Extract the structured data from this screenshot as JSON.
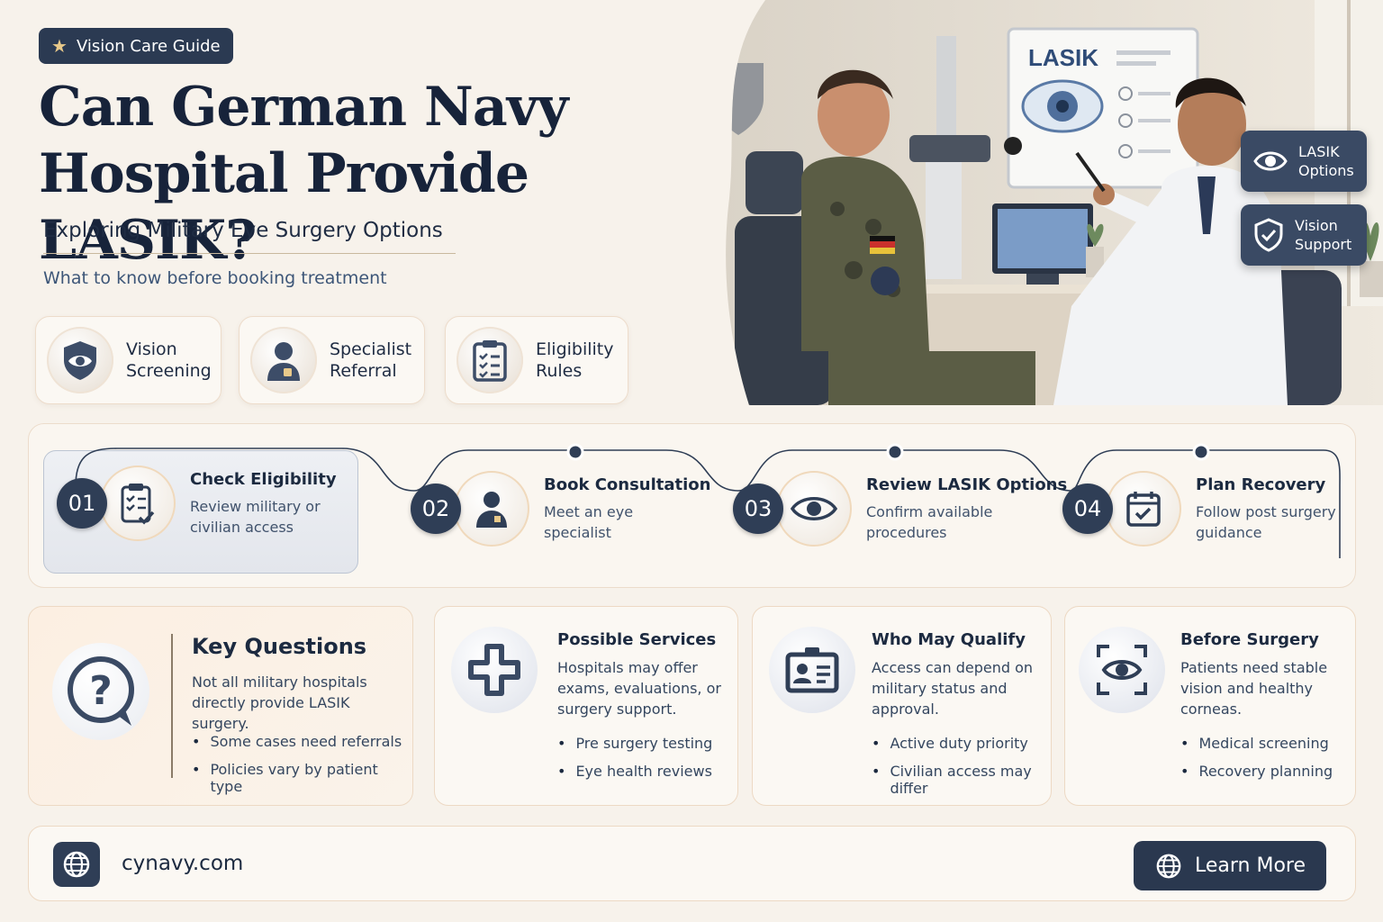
{
  "header": {
    "badge": "Vision Care Guide",
    "title_line1": "Can German Navy",
    "title_line2": "Hospital Provide LASIK?",
    "subtitle": "Exploring Military Eye Surgery Options",
    "tagline": "What to know before booking treatment"
  },
  "features": [
    {
      "label": "Vision\nScreening",
      "icon": "shield-eye-icon"
    },
    {
      "label": "Specialist\nReferral",
      "icon": "doctor-icon"
    },
    {
      "label": "Eligibility\nRules",
      "icon": "clipboard-checklist-icon"
    }
  ],
  "hero": {
    "board_text": "LASIK",
    "side_cards": [
      {
        "label": "LASIK\nOptions",
        "icon": "eye-icon"
      },
      {
        "label": "Vision\nSupport",
        "icon": "shield-check-icon"
      }
    ]
  },
  "steps": [
    {
      "num": "01",
      "title": "Check Eligibility",
      "desc": "Review military or\ncivilian access",
      "icon": "clipboard-check-icon"
    },
    {
      "num": "02",
      "title": "Book Consultation",
      "desc": "Meet an eye\nspecialist",
      "icon": "doctor-icon"
    },
    {
      "num": "03",
      "title": "Review LASIK Options",
      "desc": "Confirm available\nprocedures",
      "icon": "eye-icon"
    },
    {
      "num": "04",
      "title": "Plan Recovery",
      "desc": "Follow post surgery\nguidance",
      "icon": "calendar-check-icon"
    }
  ],
  "cards": {
    "key_questions": {
      "title": "Key Questions",
      "desc": "Not all military hospitals directly provide LASIK surgery.",
      "bullets": [
        "Some cases need referrals",
        "Policies vary by patient type"
      ]
    },
    "possible_services": {
      "title": "Possible Services",
      "desc": "Hospitals may offer exams, evaluations, or surgery support.",
      "bullets": [
        "Pre surgery testing",
        "Eye health reviews"
      ]
    },
    "who_may_qualify": {
      "title": "Who May Qualify",
      "desc": "Access can depend on military status and approval.",
      "bullets": [
        "Active duty priority",
        "Civilian access may differ"
      ]
    },
    "before_surgery": {
      "title": "Before Surgery",
      "desc": "Patients need stable vision and healthy corneas.",
      "bullets": [
        "Medical screening",
        "Recovery planning"
      ]
    }
  },
  "footer": {
    "site": "cynavy.com",
    "button": "Learn More"
  },
  "colors": {
    "navy": "#2b3a52",
    "cream": "#f7f2eb",
    "accent_border": "#edd9c4"
  }
}
